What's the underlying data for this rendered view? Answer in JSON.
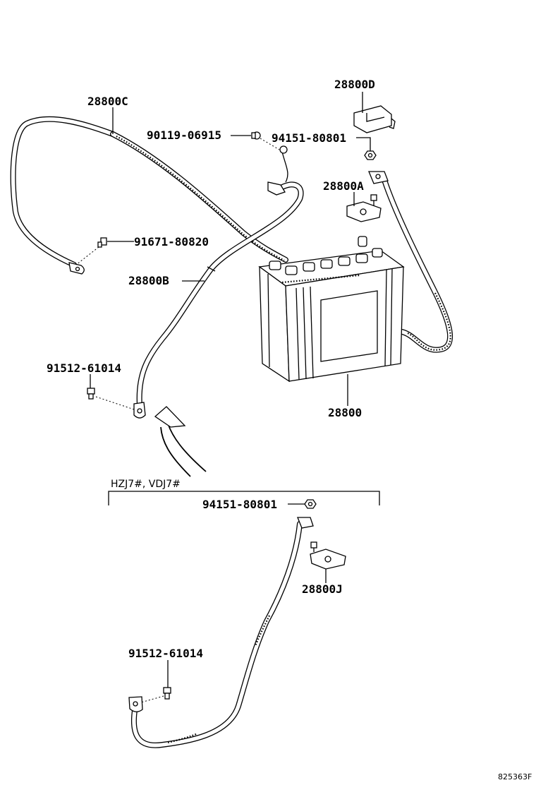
{
  "labels": {
    "cable_c": "28800C",
    "cable_b": "28800B",
    "clamp_a": "28800A",
    "cover_d": "28800D",
    "battery": "28800",
    "clamp_j": "28800J",
    "bolt_90119": "90119-06915",
    "nut_94151_top": "94151-80801",
    "bolt_91671": "91671-80820",
    "bolt_91512_top": "91512-61014",
    "nut_94151_bottom": "94151-80801",
    "bolt_91512_bottom": "91512-61014"
  },
  "variant_note": "HZJ7#, VDJ7#",
  "figure_code": "825363F"
}
